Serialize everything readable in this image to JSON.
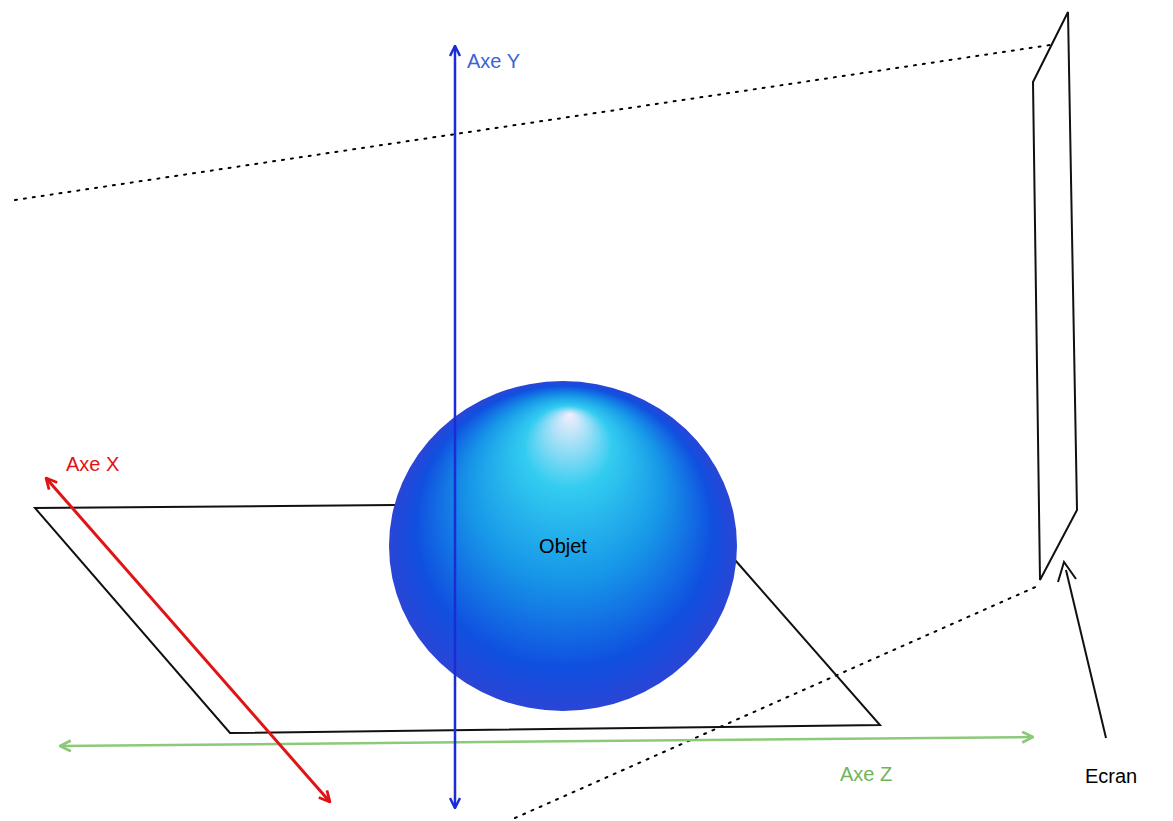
{
  "diagram": {
    "nodes": [
      {
        "text": [
          "Objet"
        ]
      }
    ],
    "labels": [
      "Axe Y",
      "Axe X",
      "Axe Z",
      "Ecran"
    ]
  }
}
